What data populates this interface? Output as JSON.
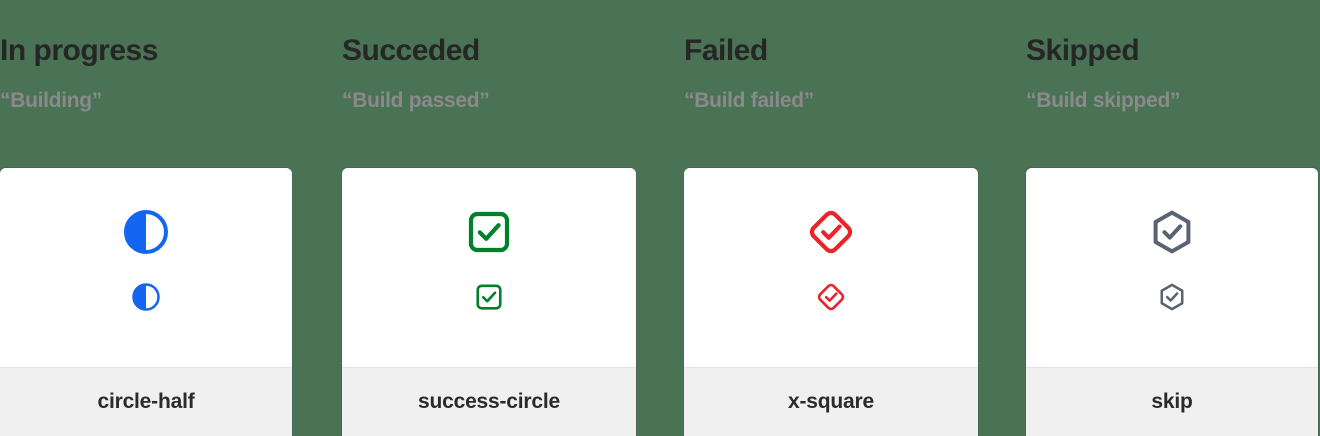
{
  "background_color": "#4a7254",
  "columns": [
    {
      "title": "In progress",
      "subtitle": "“Building”",
      "icon_name": "circle-half",
      "icon_label": "circle-half",
      "icon_color": "#1266F1",
      "shape": "circle-half"
    },
    {
      "title": "Succeded",
      "subtitle": "“Build passed”",
      "icon_name": "success-circle",
      "icon_label": "success-circle",
      "icon_color": "#00802B",
      "shape": "check-square"
    },
    {
      "title": "Failed",
      "subtitle": "“Build failed”",
      "icon_name": "x-square",
      "icon_label": "x-square",
      "icon_color": "#E8252A",
      "shape": "check-diamond"
    },
    {
      "title": "Skipped",
      "subtitle": "“Build skipped”",
      "icon_name": "skip",
      "icon_label": "skip",
      "icon_color": "#5B6272",
      "shape": "check-hexagon"
    }
  ]
}
